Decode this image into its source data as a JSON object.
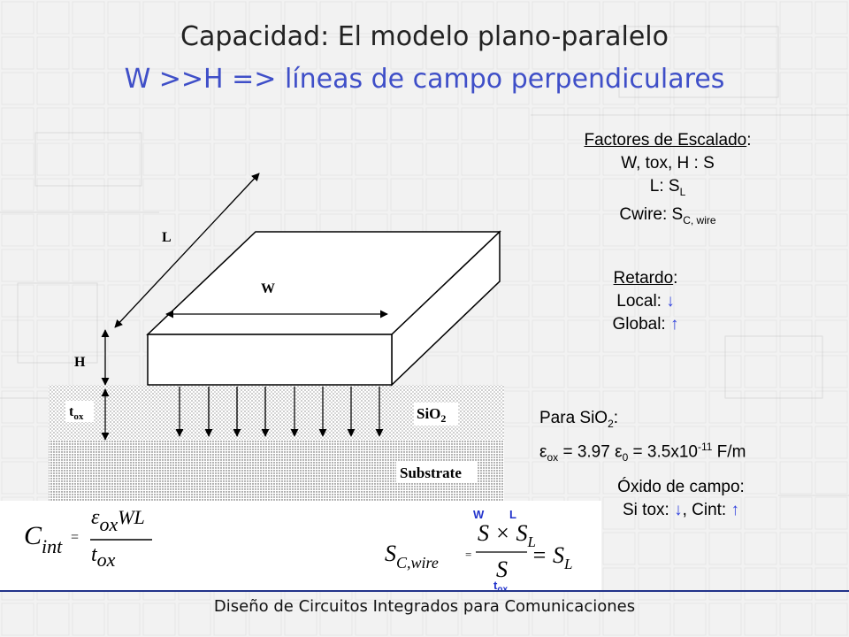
{
  "slide": {
    "title_line1": "Capacidad: El modelo plano-paralelo",
    "title_line2": "W >>H => líneas de campo perpendiculares",
    "footer": "Diseño de Circuitos Integrados para Comunicaciones",
    "colors": {
      "title": "#222222",
      "subtitle": "#3f4fc8",
      "accent": "#3344dd",
      "footer_rule": "#22338a"
    }
  },
  "diagram": {
    "label_L": "L",
    "label_W": "W",
    "label_H": "H",
    "label_tox": "t",
    "label_tox_sub": "ox",
    "label_sio2": "SiO",
    "label_sio2_sub": "2",
    "label_substrate": "Substrate"
  },
  "scaling": {
    "heading": "Factores de Escalado",
    "heading_suffix": ":",
    "line1": "W, tox, H : S",
    "line2_prefix": "L: S",
    "line2_sub": "L",
    "line3_prefix": "Cwire: S",
    "line3_sub": "C, wire"
  },
  "delay": {
    "heading": "Retardo",
    "heading_suffix": ":",
    "local_prefix": "Local: ",
    "local_arrow": "↓",
    "global_prefix": "Global: ",
    "global_arrow": "↑"
  },
  "sio2": {
    "line1_prefix": "Para SiO",
    "line1_sub": "2",
    "line1_suffix": ":",
    "eps": "ε",
    "eps_sub": "ox",
    "eq1": " = 3.97 ε",
    "eps0_sub": "0",
    "eq2": " = 3.5x10",
    "exp": "-11",
    "unit": " F/m"
  },
  "field_oxide": {
    "line1": "Óxido de campo:",
    "line2_prefix": "Si tox: ",
    "arrow_down": "↓",
    "mid": ", Cint: ",
    "arrow_up": "↑"
  },
  "formulas": {
    "cint": {
      "lhs": "C",
      "lhs_sub": "int",
      "eq": "=",
      "num_eps": "ε",
      "num_eps_sub": "ox",
      "num_rest": "WL",
      "den": "t",
      "den_sub": "ox"
    },
    "scwire": {
      "top_W": "W",
      "top_L": "L",
      "lhs": "S",
      "lhs_sub": "C,wire",
      "eq": "=",
      "num": "S × S",
      "num_sub": "L",
      "den": "S",
      "rhs": "= S",
      "rhs_sub": "L",
      "bottom_t": "t",
      "bottom_sub": "ox"
    }
  }
}
